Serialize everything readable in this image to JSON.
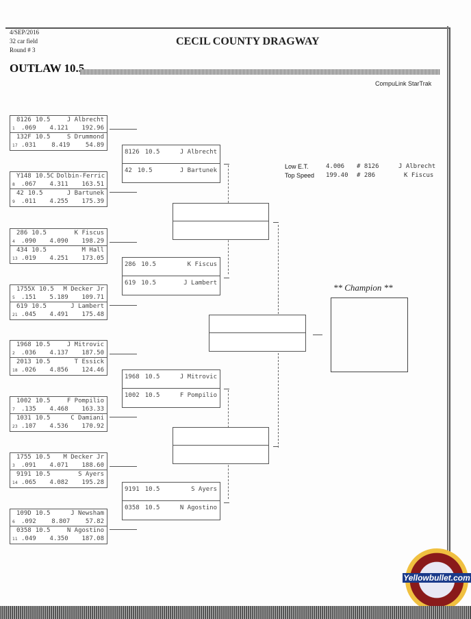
{
  "header": {
    "date": "4/SEP/2016",
    "field": "32 car field",
    "round": "Round # 3",
    "track": "CECIL COUNTY DRAGWAY",
    "class": "OUTLAW 10.5",
    "brand": "CompuLink StarTrak"
  },
  "stats": {
    "low_et": {
      "label": "Low  E.T.",
      "value": "4.006",
      "car": "# 8126",
      "driver": "J Albrecht"
    },
    "top_speed": {
      "label": "Top Speed",
      "value": "199.40",
      "car": "# 286",
      "driver": "K Fiscus"
    }
  },
  "round1": [
    [
      {
        "car": "8126",
        "cls": "10.5",
        "driver": "J Albrecht",
        "seed": "1",
        "rt": ".069",
        "et": "4.121",
        "mph": "192.96"
      },
      {
        "car": "132F",
        "cls": "10.5",
        "driver": "S Drummond",
        "seed": "17",
        "rt": ".031",
        "et": "8.419",
        "mph": "54.89"
      }
    ],
    [
      {
        "car": "Y148",
        "cls": "10.5C",
        "driver": "Dolbin-Ferric",
        "seed": "8",
        "rt": ".067",
        "et": "4.311",
        "mph": "163.51"
      },
      {
        "car": "42",
        "cls": "10.5",
        "driver": "J Bartunek",
        "seed": "9",
        "rt": ".011",
        "et": "4.255",
        "mph": "175.39"
      }
    ],
    [
      {
        "car": "286",
        "cls": "10.5",
        "driver": "K Fiscus",
        "seed": "4",
        "rt": ".090",
        "et": "4.090",
        "mph": "198.29"
      },
      {
        "car": "434",
        "cls": "10.5",
        "driver": "M Hall",
        "seed": "13",
        "rt": ".019",
        "et": "4.251",
        "mph": "173.05"
      }
    ],
    [
      {
        "car": "1755X",
        "cls": "10.5",
        "driver": "M Decker Jr",
        "seed": "5",
        "rt": ".151",
        "et": "5.189",
        "mph": "109.71"
      },
      {
        "car": "619",
        "cls": "10.5",
        "driver": "J Lambert",
        "seed": "21",
        "rt": ".045",
        "et": "4.491",
        "mph": "175.48"
      }
    ],
    [
      {
        "car": "1968",
        "cls": "10.5",
        "driver": "J Mitrovic",
        "seed": "2",
        "rt": ".036",
        "et": "4.137",
        "mph": "187.50"
      },
      {
        "car": "2013",
        "cls": "10.5",
        "driver": "T Essick",
        "seed": "18",
        "rt": ".026",
        "et": "4.856",
        "mph": "124.46"
      }
    ],
    [
      {
        "car": "1002",
        "cls": "10.5",
        "driver": "F Pompilio",
        "seed": "7",
        "rt": ".135",
        "et": "4.468",
        "mph": "163.33"
      },
      {
        "car": "1031",
        "cls": "10.5",
        "driver": "C Damiani",
        "seed": "23",
        "rt": ".107",
        "et": "4.536",
        "mph": "170.92"
      }
    ],
    [
      {
        "car": "1755",
        "cls": "10.5",
        "driver": "M Decker Jr",
        "seed": "3",
        "rt": ".091",
        "et": "4.071",
        "mph": "188.60"
      },
      {
        "car": "9191",
        "cls": "10.5",
        "driver": "S Ayers",
        "seed": "14",
        "rt": ".065",
        "et": "4.082",
        "mph": "195.28"
      }
    ],
    [
      {
        "car": "109D",
        "cls": "10.5",
        "driver": "J Newsham",
        "seed": "6",
        "rt": ".092",
        "et": "8.807",
        "mph": "57.82"
      },
      {
        "car": "0358",
        "cls": "10.5",
        "driver": "N Agostino",
        "seed": "11",
        "rt": ".049",
        "et": "4.350",
        "mph": "187.08"
      }
    ]
  ],
  "round2": [
    [
      {
        "car": "8126",
        "cls": "10.5",
        "driver": "J Albrecht"
      },
      {
        "car": "42",
        "cls": "10.5",
        "driver": "J Bartunek"
      }
    ],
    [
      {
        "car": "286",
        "cls": "10.5",
        "driver": "K Fiscus"
      },
      {
        "car": "619",
        "cls": "10.5",
        "driver": "J Lambert"
      }
    ],
    [
      {
        "car": "1968",
        "cls": "10.5",
        "driver": "J Mitrovic"
      },
      {
        "car": "1002",
        "cls": "10.5",
        "driver": "F Pompilio"
      }
    ],
    [
      {
        "car": "9191",
        "cls": "10.5",
        "driver": "S Ayers"
      },
      {
        "car": "0358",
        "cls": "10.5",
        "driver": "N Agostino"
      }
    ]
  ],
  "champion_label": "** Champion **",
  "logo_text": "Yellowbullet.com"
}
